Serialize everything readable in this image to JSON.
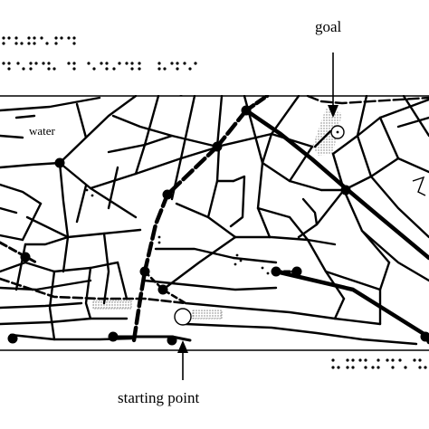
{
  "labels": {
    "goal": "goal",
    "starting_point": "starting point",
    "water": "water"
  },
  "colors": {
    "ink": "#000000",
    "paper": "#ffffff",
    "hatch": "#9a9a9a"
  },
  "icons": {
    "goal_marker": "goal-arrow-icon",
    "start_marker": "start-arrow-icon",
    "goal_circle": "goal-circle-icon",
    "start_circle": "start-circle-icon",
    "braille": "braille-dots-icon"
  }
}
